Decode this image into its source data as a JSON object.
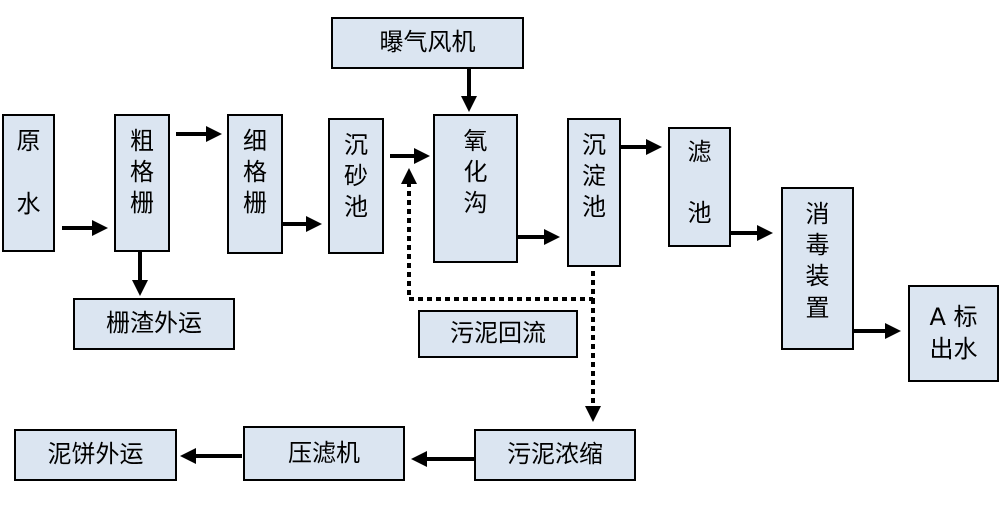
{
  "nodes": {
    "raw_water": [
      "原",
      "水"
    ],
    "coarse_screen": [
      "粗",
      "格",
      "栅"
    ],
    "fine_screen": [
      "细",
      "格",
      "栅"
    ],
    "grit_chamber": [
      "沉",
      "砂",
      "池"
    ],
    "oxidation_ditch": [
      "氧",
      "化",
      "沟"
    ],
    "sedimentation_tank": [
      "沉",
      "淀",
      "池"
    ],
    "filter_tank": [
      "滤",
      "池"
    ],
    "disinfection": [
      "消",
      "毒",
      "装",
      "置"
    ],
    "effluent": "A 标 出水",
    "aeration_blower": "曝气风机",
    "screenings_out": "栅渣外运",
    "sludge_return": "污泥回流",
    "sludge_thickening": "污泥浓缩",
    "filter_press": "压滤机",
    "sludge_cake_out": "泥饼外运"
  }
}
